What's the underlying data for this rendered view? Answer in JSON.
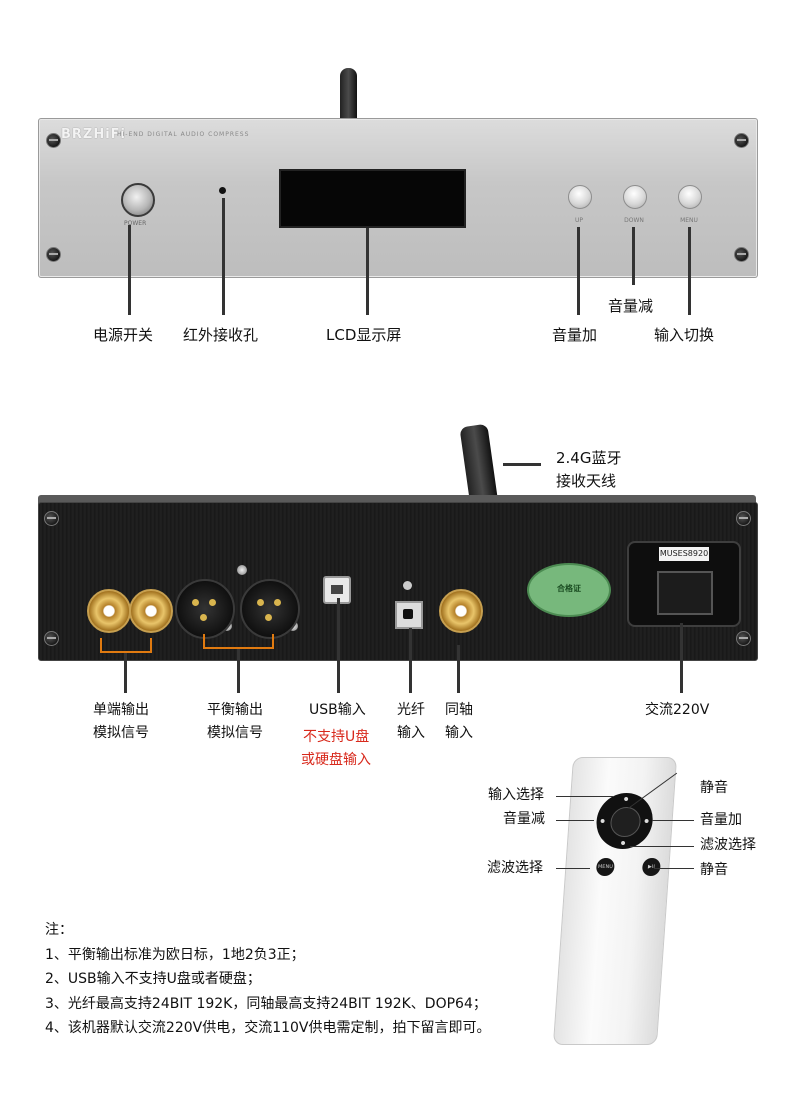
{
  "front_panel": {
    "brand": "BRZHiFi",
    "brand_sub": "HI-END DIGITAL AUDIO COMPRESS",
    "power_label": "POWER",
    "buttons": [
      "UP",
      "DOWN",
      "MENU"
    ],
    "callouts": {
      "power_switch": "电源开关",
      "ir_receiver": "红外接收孔",
      "lcd": "LCD显示屏",
      "vol_down": "音量减",
      "vol_up": "音量加",
      "input_switch": "输入切换"
    }
  },
  "rear_panel": {
    "antenna_label": [
      "2.4G蓝牙",
      "接收天线"
    ],
    "qc_sticker": "合格证",
    "inlet_label": "MUSES8920",
    "callouts": {
      "single_ended": [
        "单端输出",
        "模拟信号"
      ],
      "balanced": [
        "平衡输出",
        "模拟信号"
      ],
      "usb": "USB输入",
      "usb_note": [
        "不支持U盘",
        "或硬盘输入"
      ],
      "optical": [
        "光纤",
        "输入"
      ],
      "coaxial": [
        "同轴",
        "输入"
      ],
      "ac": "交流220V"
    }
  },
  "remote": {
    "labels": {
      "input_select": "输入选择",
      "vol_down": "音量减",
      "filter_select_left": "滤波选择",
      "mute_top": "静音",
      "vol_up": "音量加",
      "filter_select_right": "滤波选择",
      "mute_bottom": "静音"
    },
    "menu_btn": "MENU",
    "play_btn": "▶II"
  },
  "notes": {
    "title": "注：",
    "items": [
      "1、平衡输出标准为欧日标，1地2负3正；",
      "2、USB输入不支持U盘或者硬盘；",
      "3、光纤最高支持24BIT 192K，同轴最高支持24BIT 192K、DOP64；",
      "4、该机器默认交流220V供电，交流110V供电需定制，拍下留言即可。"
    ]
  }
}
